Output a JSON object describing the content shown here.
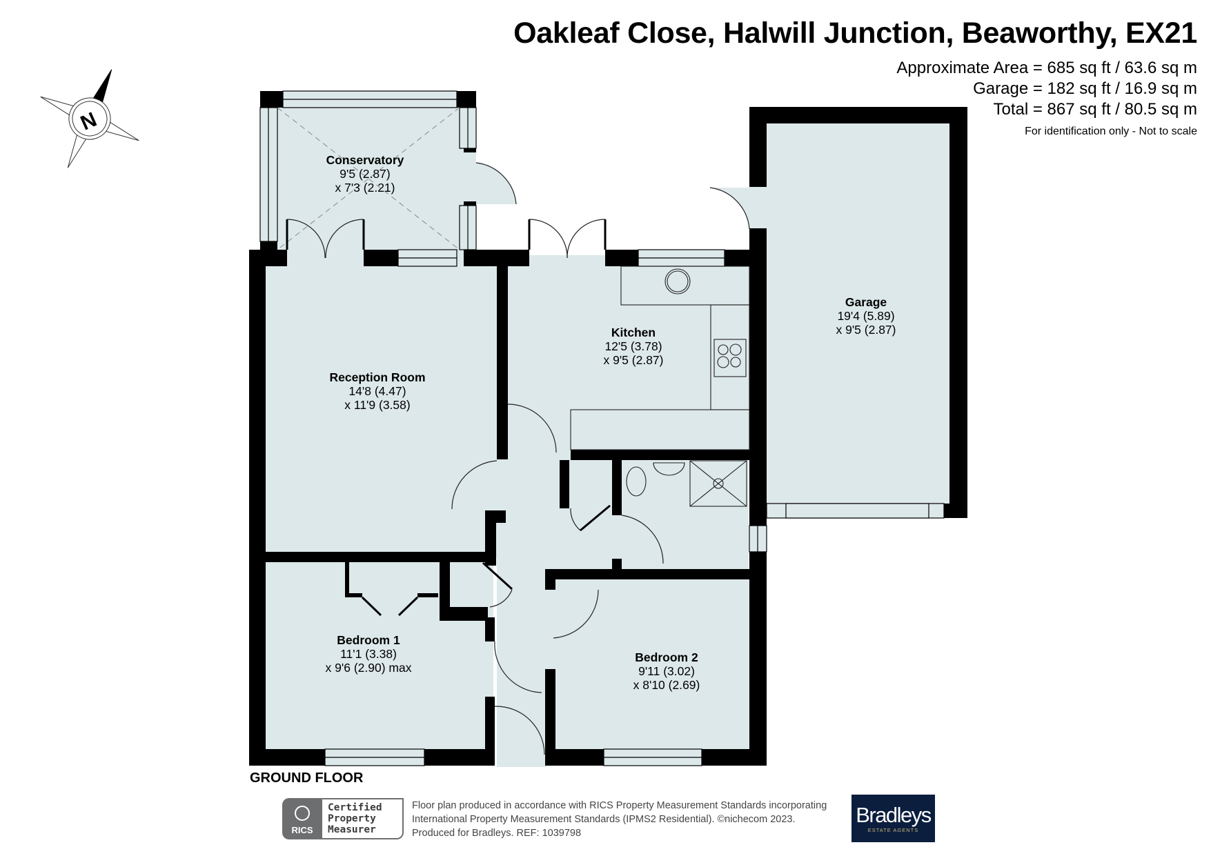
{
  "header": {
    "title": "Oakleaf Close, Halwill Junction, Beaworthy, EX21",
    "areas": [
      "Approximate Area = 685 sq ft / 63.6 sq m",
      "Garage = 182 sq ft / 16.9 sq m",
      "Total = 867 sq ft / 80.5 sq m"
    ],
    "note": "For identification only - Not to scale"
  },
  "compass": {
    "icon": "north-compass-icon",
    "letter": "N"
  },
  "floor": {
    "label": "GROUND FLOOR"
  },
  "rooms": [
    {
      "name": "Conservatory",
      "dim1": "9'5 (2.87)",
      "dim2": "x 7'3 (2.21)"
    },
    {
      "name": "Kitchen",
      "dim1": "12'5 (3.78)",
      "dim2": "x 9'5 (2.87)"
    },
    {
      "name": "Garage",
      "dim1": "19'4 (5.89)",
      "dim2": "x 9'5 (2.87)"
    },
    {
      "name": "Reception Room",
      "dim1": "14'8 (4.47)",
      "dim2": "x 11'9 (3.58)"
    },
    {
      "name": "Bedroom 1",
      "dim1": "11'1 (3.38)",
      "dim2": "x 9'6 (2.90) max"
    },
    {
      "name": "Bedroom 2",
      "dim1": "9'11 (3.02)",
      "dim2": "x 8'10 (2.69)"
    }
  ],
  "footer": {
    "rics_mark": "RICS",
    "rics_cert": [
      "Certified",
      "Property",
      "Measurer"
    ],
    "disclaimer": [
      "Floor plan produced in accordance with RICS Property Measurement Standards incorporating",
      "International Property Measurement Standards (IPMS2 Residential).   ©nichecom 2023.",
      "Produced for Bradleys.   REF: 1039798"
    ],
    "brand_name": "Bradleys",
    "brand_sub": "ESTATE AGENTS"
  },
  "colors": {
    "floor_fill": "#dde8ea",
    "wall": "#000000",
    "brand_bg": "#0b1e3d"
  }
}
